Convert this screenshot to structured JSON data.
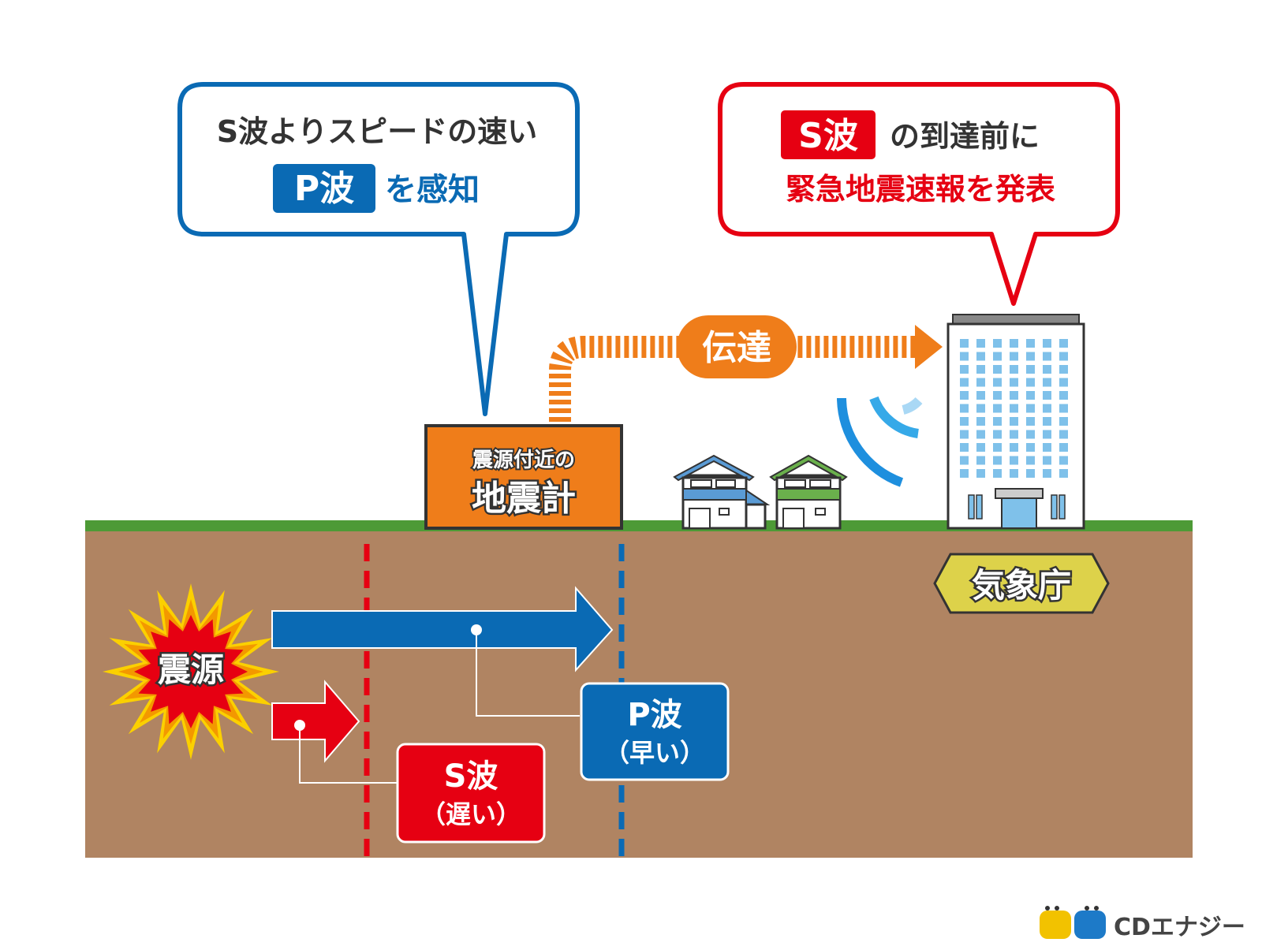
{
  "bubble_left": {
    "line1": "S波よりスピードの速い",
    "tag": "P波",
    "line2_suffix": "を感知"
  },
  "bubble_right": {
    "tag": "S波",
    "line1_suffix": "の到達前に",
    "line2": "緊急地震速報を発表"
  },
  "transmit_label": "伝達",
  "seismometer": {
    "line1": "震源付近の",
    "line2": "地震計"
  },
  "agency_label": "気象庁",
  "epicenter_label": "震源",
  "p_wave_box": {
    "title": "P波",
    "subtitle": "（早い）"
  },
  "s_wave_box": {
    "title": "S波",
    "subtitle": "（遅い）"
  },
  "logo_text": "CDエナジー",
  "colors": {
    "blue": "#0a6ab4",
    "red": "#e60012",
    "orange": "#ef7d1a",
    "ground": "#b08462",
    "grass": "#4d9a36",
    "agency_tag": "#ddd24a"
  },
  "icons": [
    "house-icon",
    "signal-icon",
    "office-building-icon",
    "logo-icon"
  ]
}
